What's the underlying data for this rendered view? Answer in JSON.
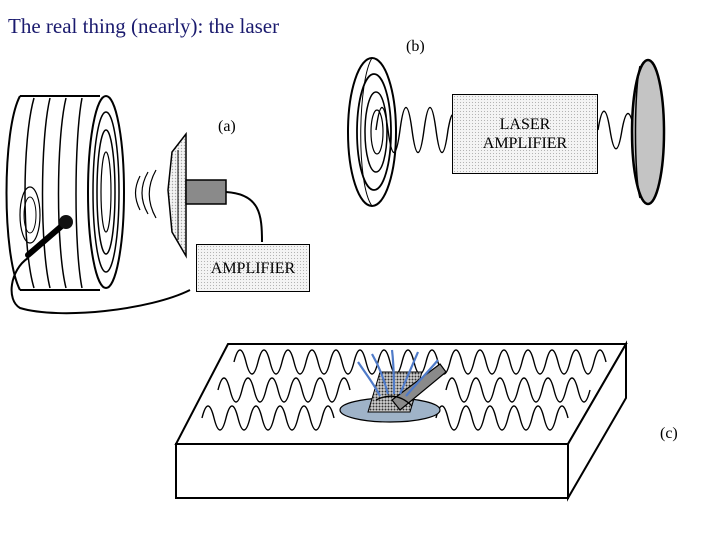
{
  "title": "The real thing (nearly): the laser",
  "panels": {
    "a": {
      "label": "(a)",
      "amplifier": "AMPLIFIER"
    },
    "b": {
      "label": "(b)",
      "amplifier_line1": "LASER",
      "amplifier_line2": "AMPLIFIER"
    },
    "c": {
      "label": "(c)"
    }
  },
  "colors": {
    "title": "#1a1a6e",
    "wave_fan": "#4f7bc9",
    "gain_disk": "#9fb3c8"
  }
}
